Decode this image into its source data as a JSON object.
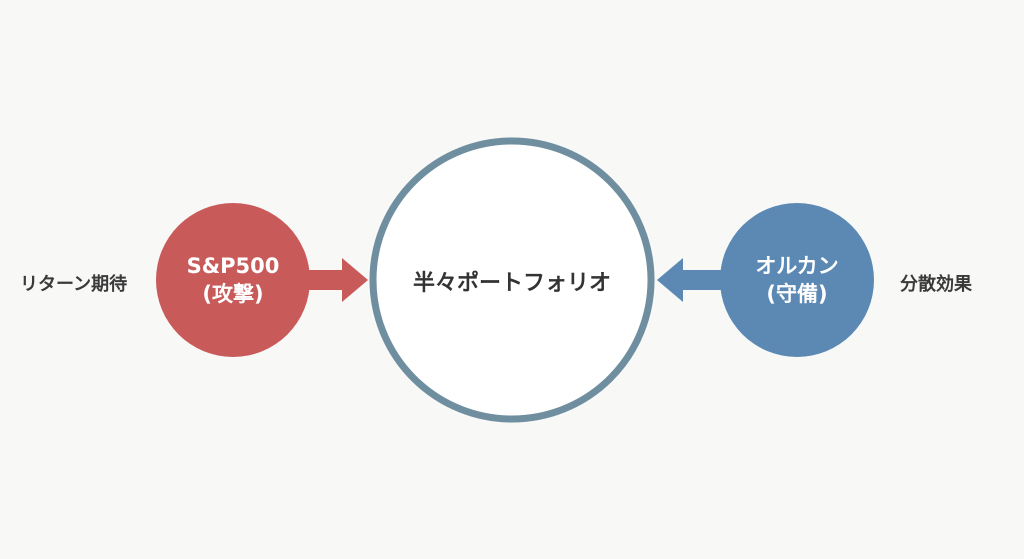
{
  "left_label": "リターン期待",
  "right_label": "分散効果",
  "center": {
    "label": "半々ポートフォリオ"
  },
  "attack": {
    "title": "S&P500",
    "subtitle": "(攻撃)"
  },
  "defense": {
    "title": "オルカン",
    "subtitle": "(守備)"
  },
  "colors": {
    "attack": "#c95a5a",
    "defense": "#5b89b3",
    "ring": "#6f8fa0"
  }
}
